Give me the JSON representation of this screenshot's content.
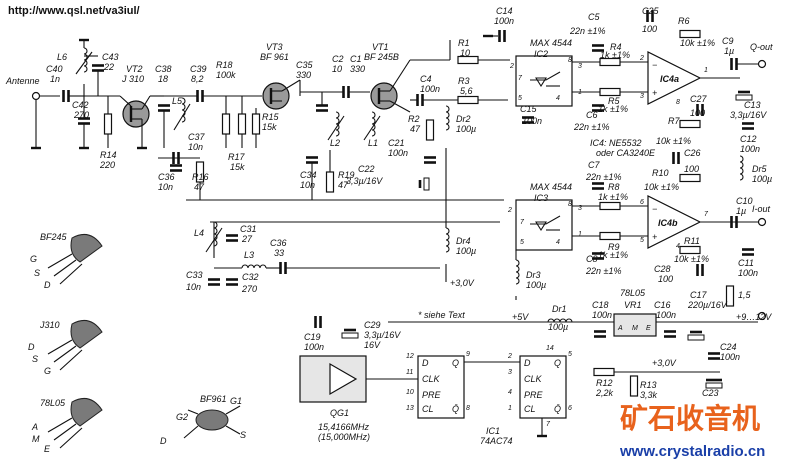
{
  "header": {
    "url": "http://www.qsl.net/va3iul/"
  },
  "io": {
    "antenna": "Antenne",
    "q_out": "Q-out",
    "i_out": "I-out",
    "supply": "+9…12V",
    "v3": "+3,0V",
    "v3b": "+3,0V",
    "v5": "+5V",
    "note": "* siehe Text"
  },
  "parts": {
    "c40": [
      "C40",
      "1n"
    ],
    "l6": [
      "L6",
      ""
    ],
    "c43": [
      "C43",
      "22"
    ],
    "c42": [
      "C42",
      "270"
    ],
    "r14": [
      "R14",
      "220"
    ],
    "vt2": [
      "VT2",
      "J 310"
    ],
    "c38": [
      "C38",
      "18"
    ],
    "l5": [
      "L5",
      ""
    ],
    "c39": [
      "C39",
      "8,2"
    ],
    "c37": [
      "C37",
      "10n"
    ],
    "c36": [
      "C36",
      "10n"
    ],
    "r16": [
      "R16",
      "47"
    ],
    "r18": [
      "R18",
      "100k"
    ],
    "r17": [
      "R17",
      "15k"
    ],
    "vt3": [
      "VT3",
      "BF 961"
    ],
    "r15": [
      "R15",
      "15k"
    ],
    "c35": [
      "C35",
      "330"
    ],
    "c34": [
      "C34",
      "10n"
    ],
    "c2": [
      "C2",
      "10"
    ],
    "c1": [
      "C1",
      "330"
    ],
    "l2": [
      "L2",
      ""
    ],
    "r19": [
      "R19",
      "47"
    ],
    "l1": [
      "L1",
      ""
    ],
    "vt1": [
      "VT1",
      "BF 245B"
    ],
    "r1": [
      "R1",
      "10"
    ],
    "c14": [
      "C14",
      "100n"
    ],
    "c4": [
      "C4",
      "100n"
    ],
    "r3": [
      "R3",
      "5,6"
    ],
    "r2": [
      "R2",
      "47"
    ],
    "dr2": [
      "Dr2",
      "100µ"
    ],
    "c21": [
      "C21",
      "100n"
    ],
    "c22": [
      "C22",
      "3,3µ/16V"
    ],
    "dr4": [
      "Dr4",
      "100µ"
    ],
    "l4": [
      "L4",
      ""
    ],
    "c31": [
      "C31",
      "27"
    ],
    "l3": [
      "L3",
      ""
    ],
    "c36b": [
      "C36",
      "33"
    ],
    "c33": [
      "C33",
      "10n"
    ],
    "c32": [
      "C32",
      "270"
    ],
    "ic2": [
      "MAX 4544",
      "IC2"
    ],
    "ic3": [
      "MAX 4544",
      "IC3"
    ],
    "c15": [
      "C15",
      "100n"
    ],
    "dr3": [
      "Dr3",
      "100µ"
    ],
    "c5": [
      "C5",
      "22n ±1%"
    ],
    "c6": [
      "C6",
      "22n ±1%"
    ],
    "r4": [
      "R4",
      "1k ±1%"
    ],
    "r5": [
      "R5",
      "1k ±1%"
    ],
    "c25": [
      "C25",
      "100"
    ],
    "r6": [
      "R6",
      "10k ±1%"
    ],
    "ic4a": [
      "IC4a",
      ""
    ],
    "c27": [
      "C27",
      "100"
    ],
    "r7": [
      "R7",
      "10k ±1%"
    ],
    "ic4": [
      "IC4: NE5532",
      "oder CA3240E"
    ],
    "c9": [
      "C9",
      "1µ"
    ],
    "c13": [
      "C13",
      "3,3µ/16V"
    ],
    "c12": [
      "C12",
      "100n"
    ],
    "dr5": [
      "Dr5",
      "100µ"
    ],
    "c7": [
      "C7",
      "22n ±1%"
    ],
    "c8": [
      "C8",
      "22n ±1%"
    ],
    "r8": [
      "R8",
      "1k ±1%"
    ],
    "r9": [
      "R9",
      "1k ±1%"
    ],
    "c26": [
      "C26",
      "100"
    ],
    "r10": [
      "R10",
      "10k ±1%"
    ],
    "ic4b": [
      "IC4b",
      ""
    ],
    "r11": [
      "R11",
      "10k ±1%"
    ],
    "c28": [
      "C28",
      "100"
    ],
    "c10": [
      "C10",
      "1µ"
    ],
    "c11": [
      "C11",
      "100n"
    ],
    "r_1_5": [
      "1,5",
      ""
    ],
    "vr1": [
      "VR1",
      "78L05"
    ],
    "c16": [
      "C16",
      "100n"
    ],
    "c17": [
      "C17",
      "220µ/16V"
    ],
    "c18": [
      "C18",
      "100n"
    ],
    "dr1": [
      "Dr1",
      "100µ"
    ],
    "c19": [
      "C19",
      "100n"
    ],
    "c29": [
      "C29",
      "3,3µ/16V"
    ],
    "qg1": [
      "QG1",
      "15,4166MHz"
    ],
    "qg1_alt": [
      "(15,000MHz)",
      ""
    ],
    "ic1": [
      "IC1",
      "74AC74"
    ],
    "r12": [
      "R12",
      "2,2k"
    ],
    "r13": [
      "R13",
      "3,3k"
    ],
    "c24": [
      "C24",
      "100n"
    ],
    "c23": [
      "C23",
      ""
    ]
  },
  "packages": {
    "bf245": {
      "title": "BF245",
      "pins": [
        "G",
        "S",
        "D"
      ]
    },
    "j310": {
      "title": "J310",
      "pins": [
        "D",
        "S",
        "G"
      ]
    },
    "l7805": {
      "title": "78L05",
      "pins": [
        "A",
        "M",
        "E"
      ]
    },
    "bf961": {
      "title": "BF961",
      "pins": [
        "G1",
        "G2",
        "S",
        "D"
      ]
    }
  },
  "pins": {
    "ff": {
      "clk": "CLK",
      "pre": "PRE",
      "cl": "CL",
      "d": "D",
      "q": "Q",
      "qn": "Q̄"
    },
    "ff1": [
      "12",
      "11",
      "10",
      "13",
      "9",
      "8"
    ],
    "ff2": [
      "2",
      "3",
      "4",
      "1",
      "5",
      "6",
      "14",
      "7"
    ],
    "ic2": [
      "2",
      "8",
      "7",
      "3",
      "5",
      "4",
      "1"
    ],
    "ic3": [
      "2",
      "8",
      "7",
      "3",
      "5",
      "4",
      "1"
    ],
    "ic4a": [
      "2",
      "3",
      "1",
      "8"
    ],
    "ic4b": [
      "6",
      "5",
      "7",
      "4"
    ],
    "vr": [
      "A",
      "M",
      "E"
    ]
  },
  "watermark": {
    "cn": "矿石收音机",
    "site": "www.crystalradio.cn"
  }
}
